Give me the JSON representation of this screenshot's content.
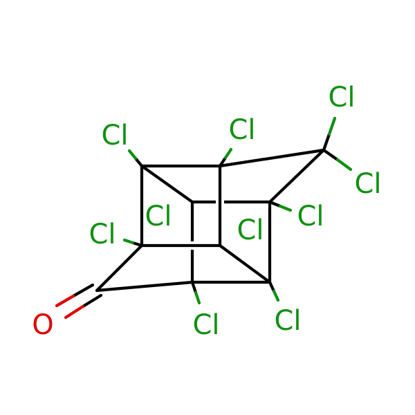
{
  "molecule": {
    "colors": {
      "bond": "#000000",
      "chlorine": "#109010",
      "oxygen": "#e00000",
      "background": "#ffffff"
    },
    "atoms": [
      {
        "id": "cl_top_left",
        "symbol": "Cl",
        "element": "chlorine"
      },
      {
        "id": "cl_top_mid",
        "symbol": "Cl",
        "element": "chlorine"
      },
      {
        "id": "cl_top_right",
        "symbol": "Cl",
        "element": "chlorine"
      },
      {
        "id": "cl_right_upper",
        "symbol": "Cl",
        "element": "chlorine"
      },
      {
        "id": "cl_inner_left",
        "symbol": "Cl",
        "element": "chlorine"
      },
      {
        "id": "cl_inner_right",
        "symbol": "Cl",
        "element": "chlorine"
      },
      {
        "id": "cl_left",
        "symbol": "Cl",
        "element": "chlorine"
      },
      {
        "id": "cl_center_right",
        "symbol": "Cl",
        "element": "chlorine"
      },
      {
        "id": "cl_bottom_mid",
        "symbol": "Cl",
        "element": "chlorine"
      },
      {
        "id": "cl_bottom_right",
        "symbol": "Cl",
        "element": "chlorine"
      },
      {
        "id": "o_carbonyl",
        "symbol": "O",
        "element": "oxygen"
      }
    ]
  }
}
